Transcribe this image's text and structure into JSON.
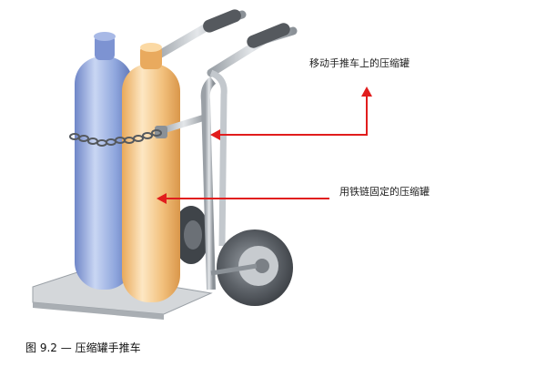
{
  "labels": {
    "cart_label": "移动手推车上的压缩罐",
    "chain_label": "用铁链固定的压缩罐"
  },
  "caption": {
    "figure_number": "图 9.2",
    "dash": "—",
    "text": "压缩罐手推车"
  },
  "colors": {
    "arrow": "#e11d1d",
    "blue_cylinder": "#8fa6dd",
    "orange_cylinder": "#f2c07c",
    "frame": "#b9bec4",
    "wheel": "#4a4f55",
    "base_plate": "#d4d7da"
  }
}
